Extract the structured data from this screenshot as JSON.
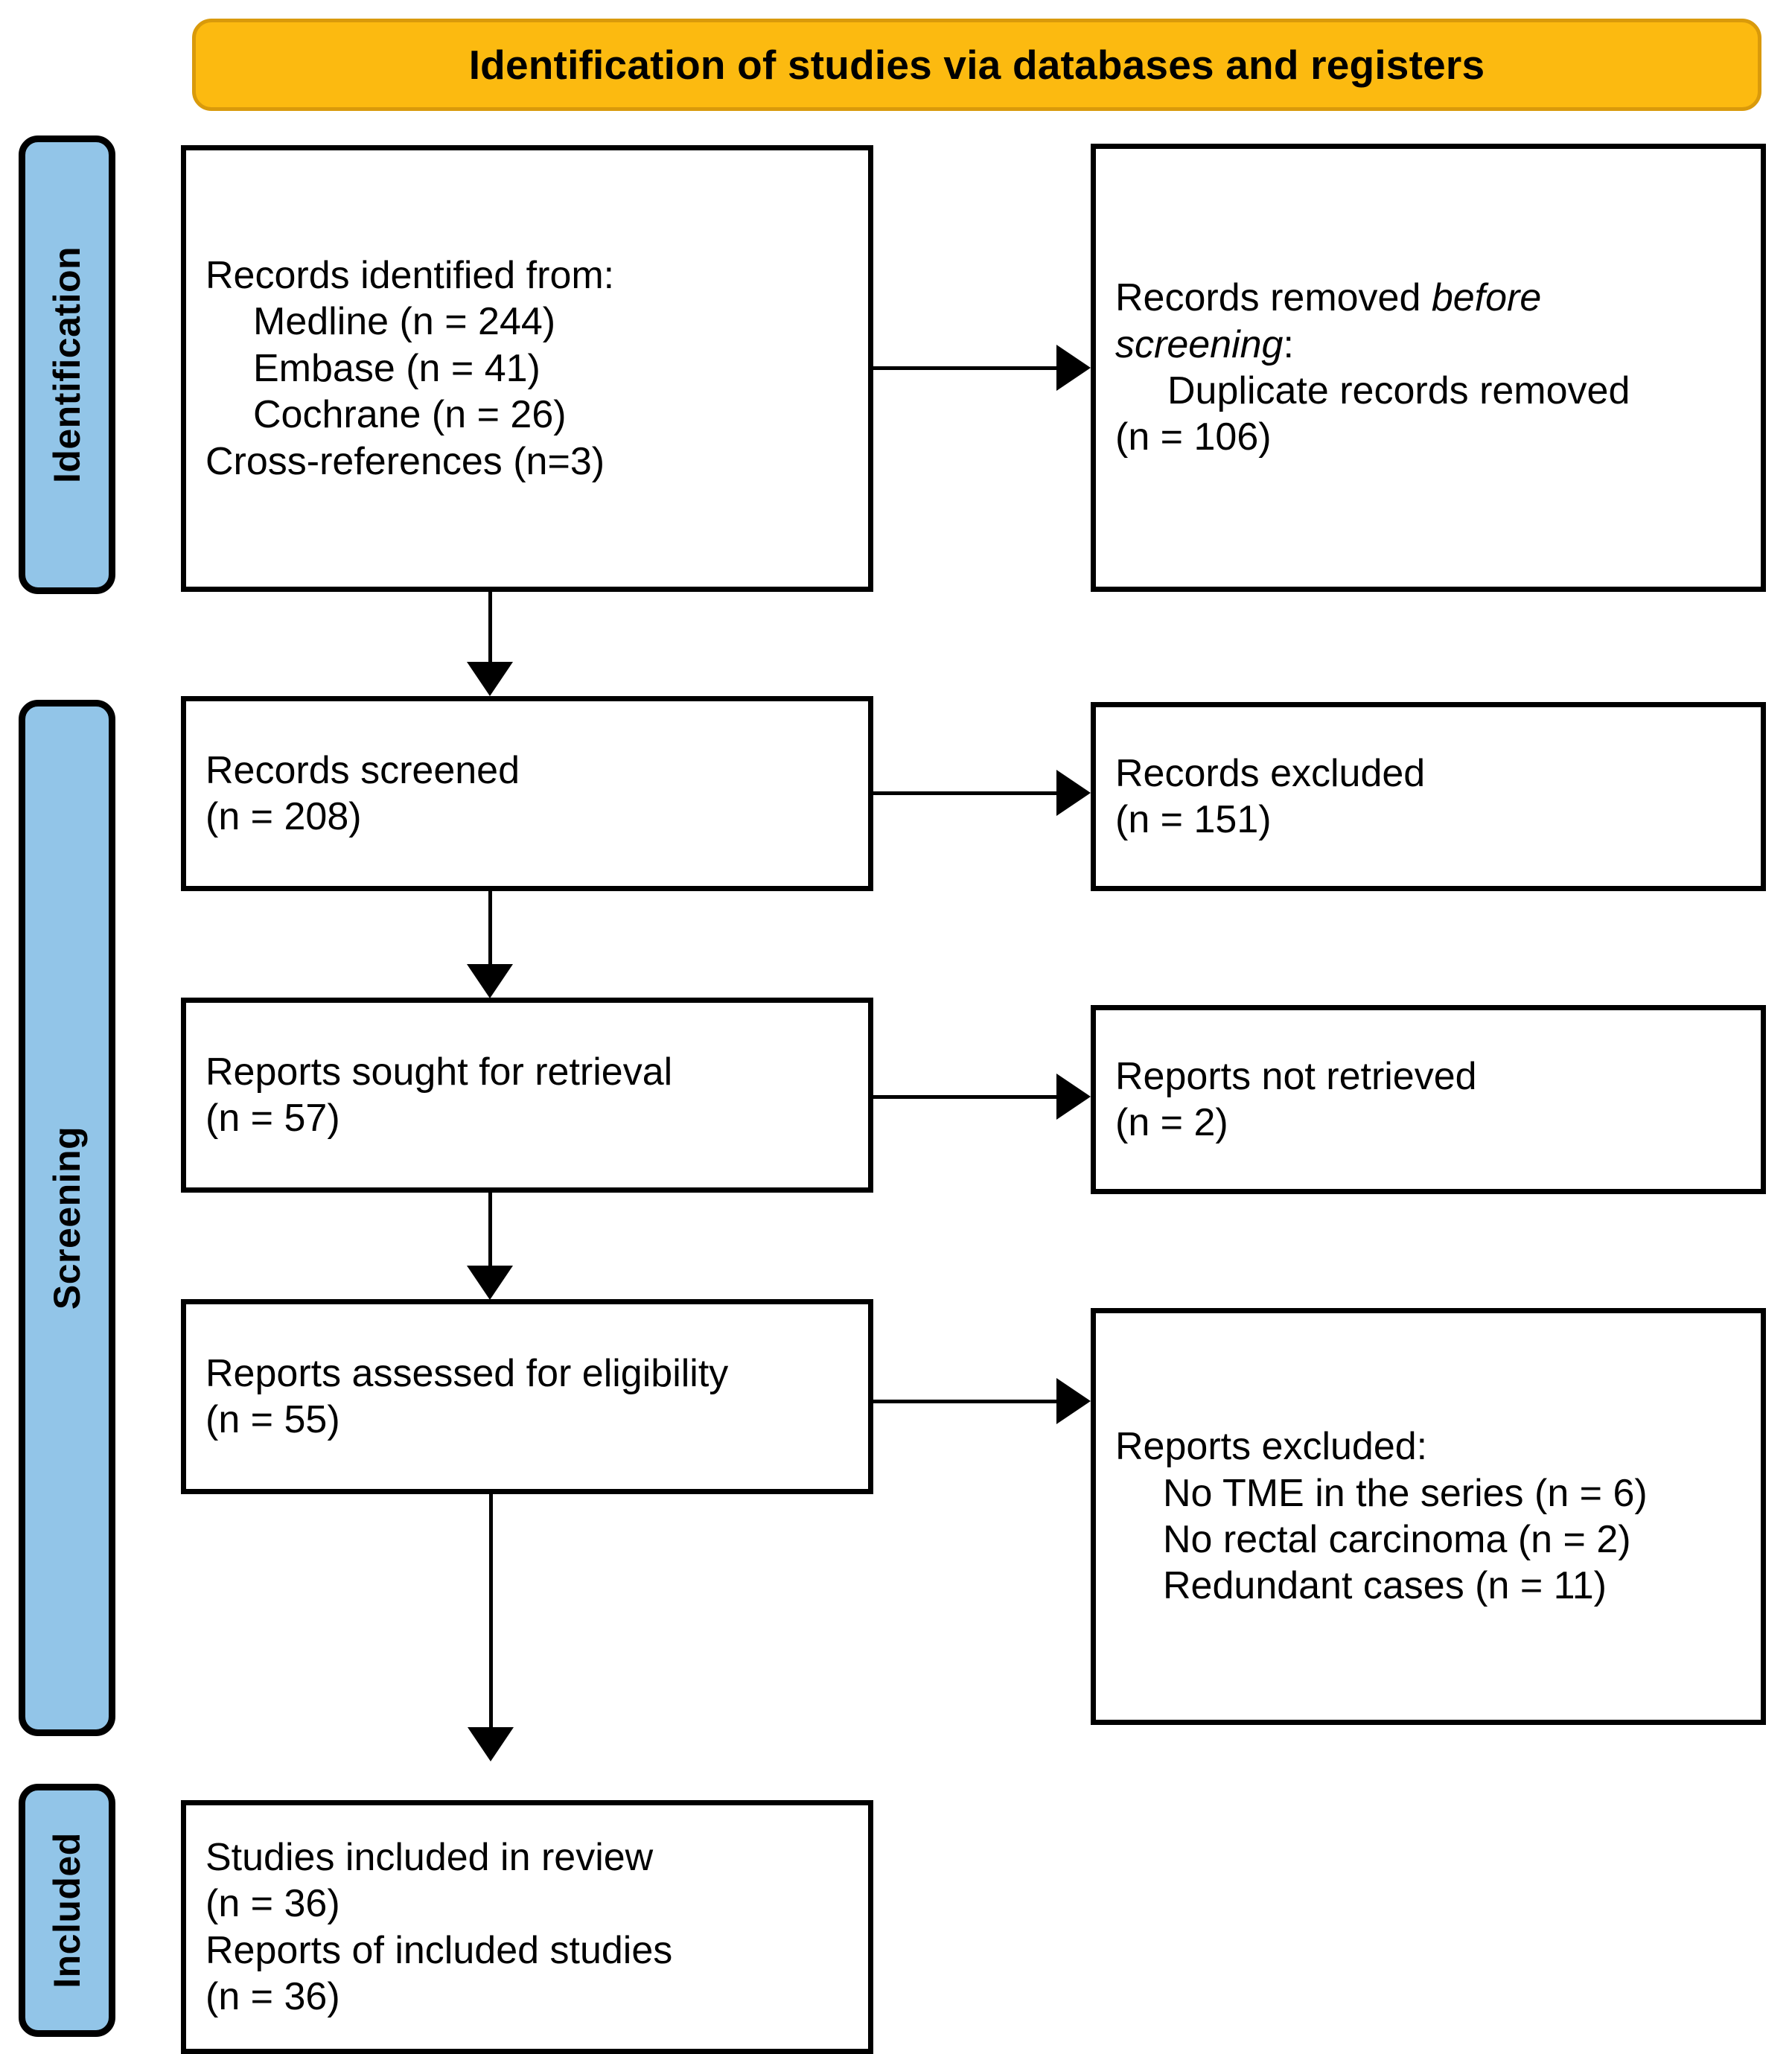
{
  "banner": {
    "title": "Identification of studies via databases and registers",
    "bg_color": "#FCBA10",
    "border_color": "#D99A0B"
  },
  "stages": [
    {
      "id": "identification",
      "label": "Identification",
      "color": "#92C5E8"
    },
    {
      "id": "screening",
      "label": "Screening",
      "color": "#92C5E8"
    },
    {
      "id": "included",
      "label": "Included",
      "color": "#92C5E8"
    }
  ],
  "boxes": {
    "records_identified": {
      "l1": "Records identified from:",
      "l2": "Medline (n = 244)",
      "l3": "Embase (n = 41)",
      "l4": "Cochrane (n = 26)",
      "l5": "Cross-references (n=3)"
    },
    "records_removed": {
      "l1_a": "Records removed ",
      "l1_i": "before",
      "l2_i": "screening",
      "l2_b": ":",
      "l3": "Duplicate records removed",
      "l4": "(n = 106)"
    },
    "records_screened": {
      "l1": "Records screened",
      "l2": "(n = 208)"
    },
    "records_excluded": {
      "l1": "Records excluded",
      "l2": "(n = 151)"
    },
    "reports_sought": {
      "l1": "Reports sought for retrieval",
      "l2": "(n = 57)"
    },
    "reports_not_retrieved": {
      "l1": "Reports not retrieved",
      "l2": "(n = 2)"
    },
    "reports_assessed": {
      "l1": " Reports assessed for eligibility",
      "l2": "(n = 55)"
    },
    "reports_excluded": {
      "l1": "Reports excluded:",
      "l2": "No TME in the series (n = 6)",
      "l3": "No rectal carcinoma (n = 2)",
      "l4": "Redundant cases (n = 11)"
    },
    "studies_included": {
      "l1": "Studies included in review",
      "l2": "(n = 36)",
      "l3": "Reports of included studies",
      "l4": "(n = 36)"
    }
  }
}
